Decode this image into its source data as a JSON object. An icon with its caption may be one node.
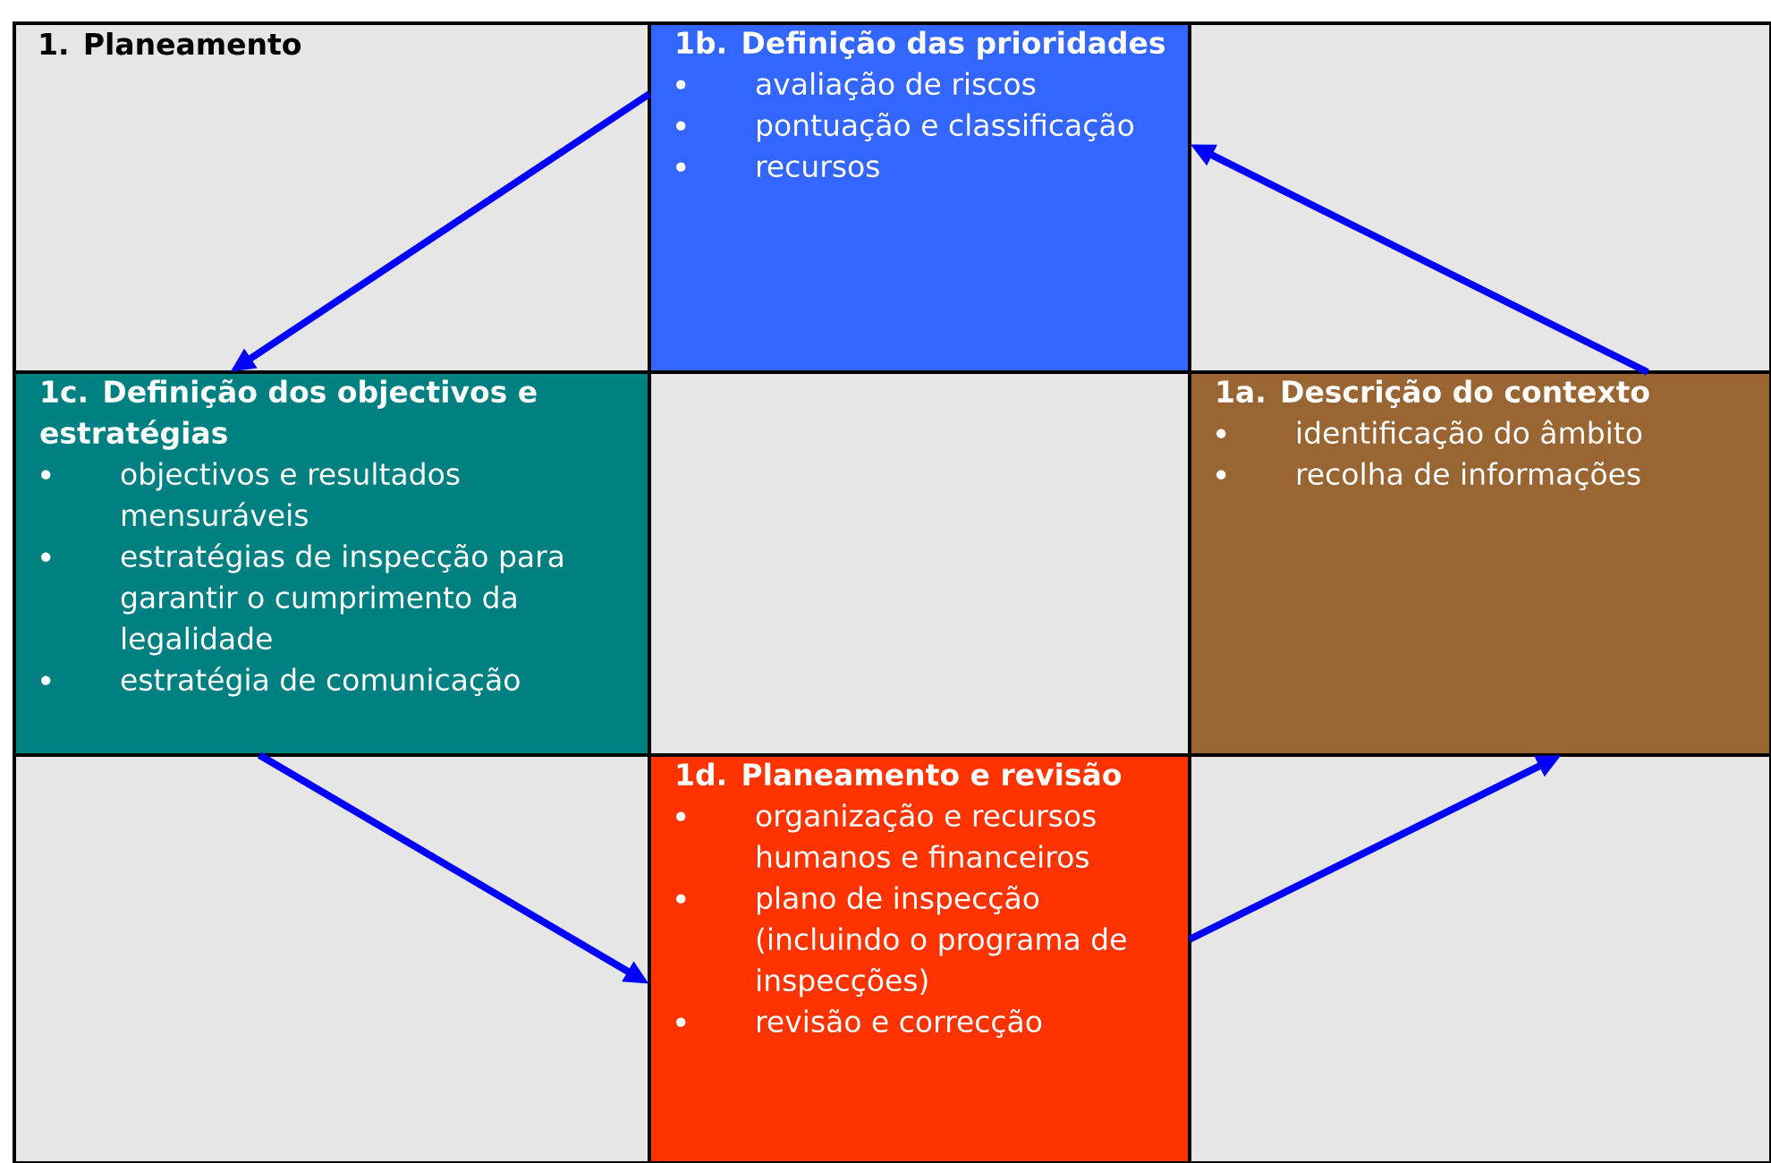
{
  "diagram": {
    "nodes": [
      {
        "text": [
          "1. Planeamento"
        ]
      },
      {
        "text": [
          "1b. Definição das prioridades",
          "avaliação de riscos",
          "pontuação e classificação",
          "recursos"
        ]
      },
      {
        "text": [
          "1c. Definição dos objectivos e estratégias",
          "objectivos e resultados mensuráveis",
          "estratégias de inspecção para garantir o cumprimento da legalidade",
          "estratégia de comunicação"
        ]
      },
      {
        "text": [
          "1a. Descrição do contexto",
          "identificação do âmbito",
          "recolha de informações"
        ]
      },
      {
        "text": [
          "1d. Planeamento e revisão",
          "organização e recursos humanos e financeiros",
          "plano de inspecção (incluindo o programa de inspecções)",
          "revisão e correcção"
        ]
      }
    ],
    "edges": [
      {
        "from": 3,
        "to": 1,
        "arrow": "to"
      },
      {
        "from": 1,
        "to": 2,
        "arrow": "to"
      },
      {
        "from": 2,
        "to": 4,
        "arrow": "to"
      },
      {
        "from": 4,
        "to": 3,
        "arrow": "to"
      }
    ]
  }
}
